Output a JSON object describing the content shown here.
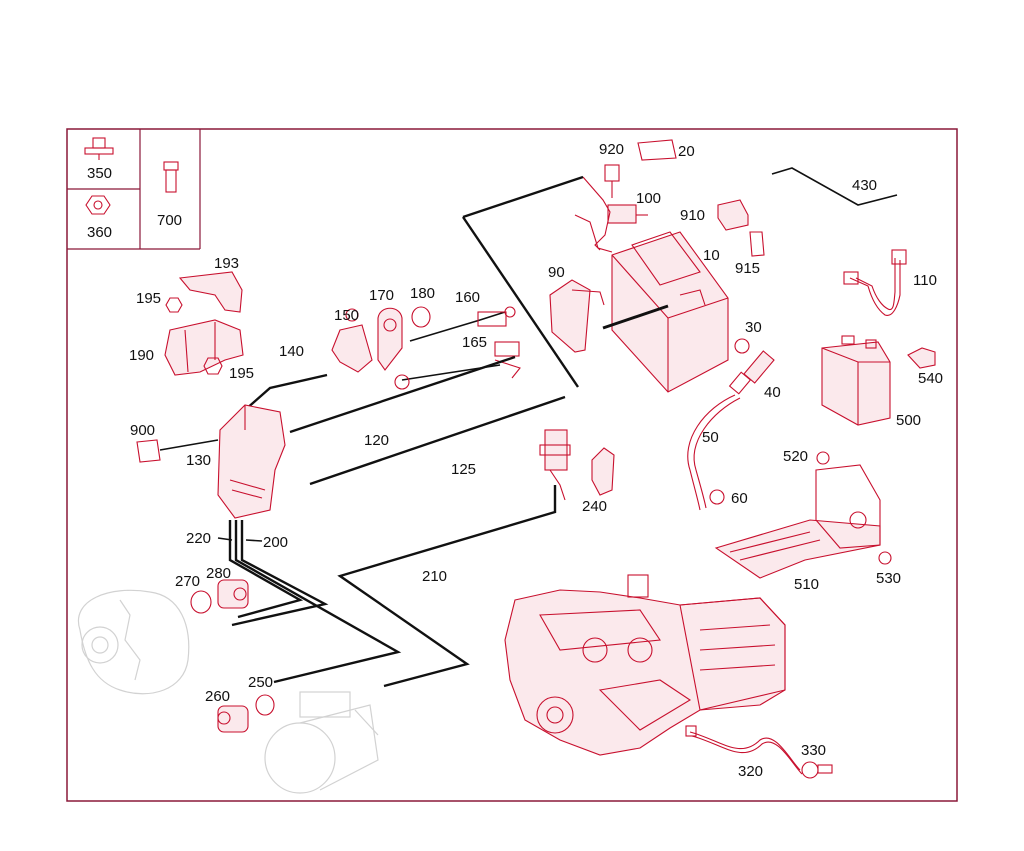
{
  "colors": {
    "frame": "#8a1838",
    "part_stroke": "#c8102e",
    "cable": "#111111",
    "ghost": "#d2d2d2"
  },
  "legend": {
    "items": [
      "350",
      "360",
      "700"
    ]
  },
  "callouts": [
    {
      "id": "20",
      "label": "20"
    },
    {
      "id": "920",
      "label": "920"
    },
    {
      "id": "100",
      "label": "100"
    },
    {
      "id": "910",
      "label": "910"
    },
    {
      "id": "10",
      "label": "10"
    },
    {
      "id": "915",
      "label": "915"
    },
    {
      "id": "430",
      "label": "430"
    },
    {
      "id": "110",
      "label": "110"
    },
    {
      "id": "90",
      "label": "90"
    },
    {
      "id": "30",
      "label": "30"
    },
    {
      "id": "40",
      "label": "40"
    },
    {
      "id": "540",
      "label": "540"
    },
    {
      "id": "500",
      "label": "500"
    },
    {
      "id": "50",
      "label": "50"
    },
    {
      "id": "60",
      "label": "60"
    },
    {
      "id": "520",
      "label": "520"
    },
    {
      "id": "510",
      "label": "510"
    },
    {
      "id": "530",
      "label": "530"
    },
    {
      "id": "193",
      "label": "193"
    },
    {
      "id": "195a",
      "label": "195"
    },
    {
      "id": "190",
      "label": "190"
    },
    {
      "id": "195b",
      "label": "195"
    },
    {
      "id": "170",
      "label": "170"
    },
    {
      "id": "180",
      "label": "180"
    },
    {
      "id": "160",
      "label": "160"
    },
    {
      "id": "150",
      "label": "150"
    },
    {
      "id": "165",
      "label": "165"
    },
    {
      "id": "140",
      "label": "140"
    },
    {
      "id": "120",
      "label": "120"
    },
    {
      "id": "125",
      "label": "125"
    },
    {
      "id": "900",
      "label": "900"
    },
    {
      "id": "130",
      "label": "130"
    },
    {
      "id": "240",
      "label": "240"
    },
    {
      "id": "220",
      "label": "220"
    },
    {
      "id": "200",
      "label": "200"
    },
    {
      "id": "210",
      "label": "210"
    },
    {
      "id": "270",
      "label": "270"
    },
    {
      "id": "280",
      "label": "280"
    },
    {
      "id": "260",
      "label": "260"
    },
    {
      "id": "250",
      "label": "250"
    },
    {
      "id": "320",
      "label": "320"
    },
    {
      "id": "330",
      "label": "330"
    }
  ]
}
